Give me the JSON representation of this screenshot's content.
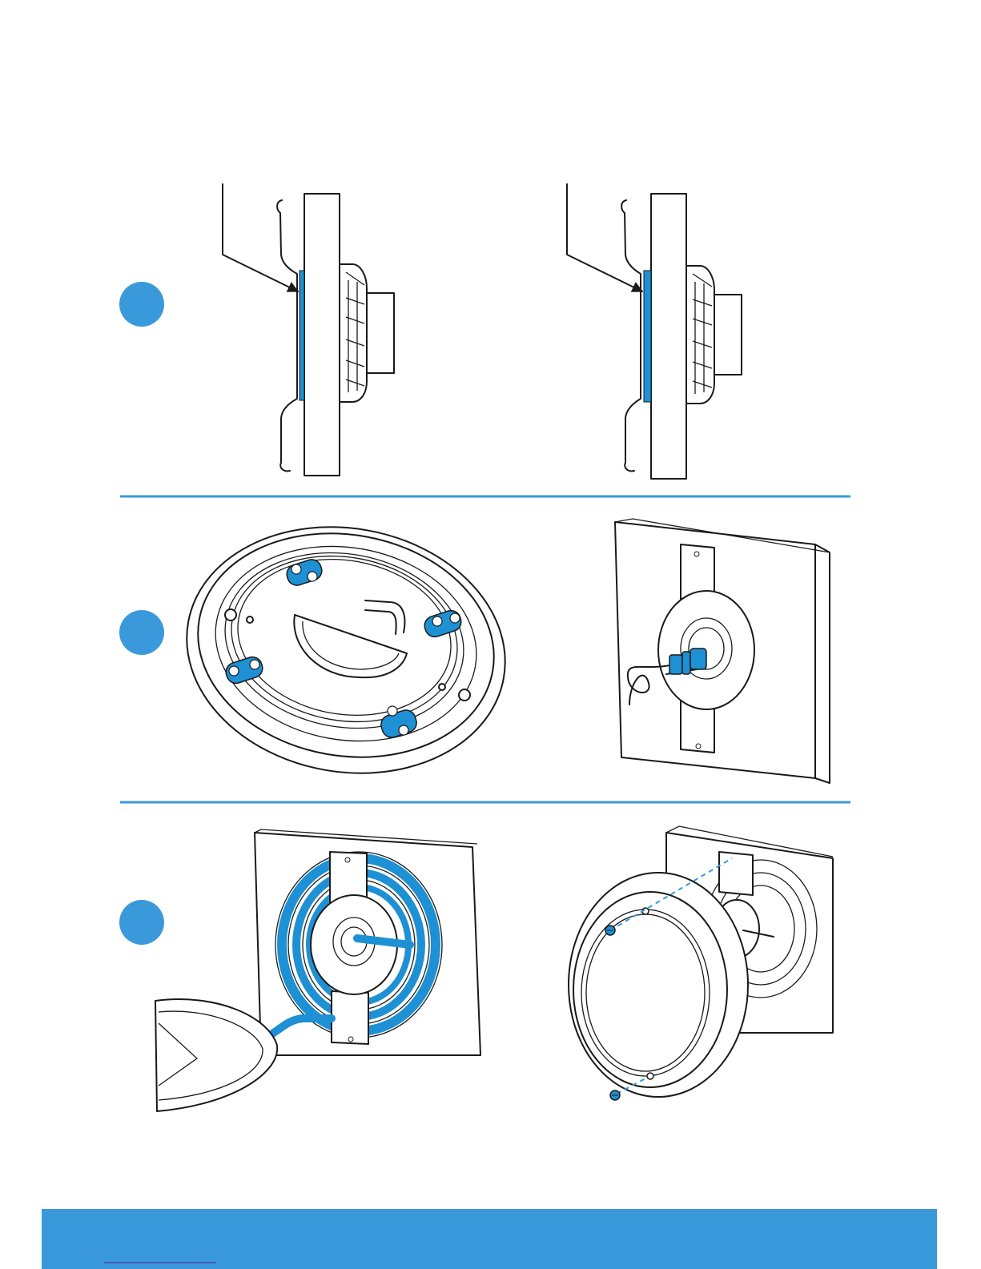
{
  "page": {
    "step_count": 3,
    "colors": {
      "accent": "#3a99db",
      "line_art": "#1a1a1a",
      "highlight": "#1e90d4"
    }
  },
  "steps": [
    {
      "panels": [
        "side-section-thin-plate",
        "side-section-thick-plate"
      ]
    },
    {
      "panels": [
        "base-with-clips",
        "wall-bracket-with-cable"
      ]
    },
    {
      "panels": [
        "cable-coiled-on-bracket",
        "cover-screwed-to-wall"
      ]
    }
  ]
}
